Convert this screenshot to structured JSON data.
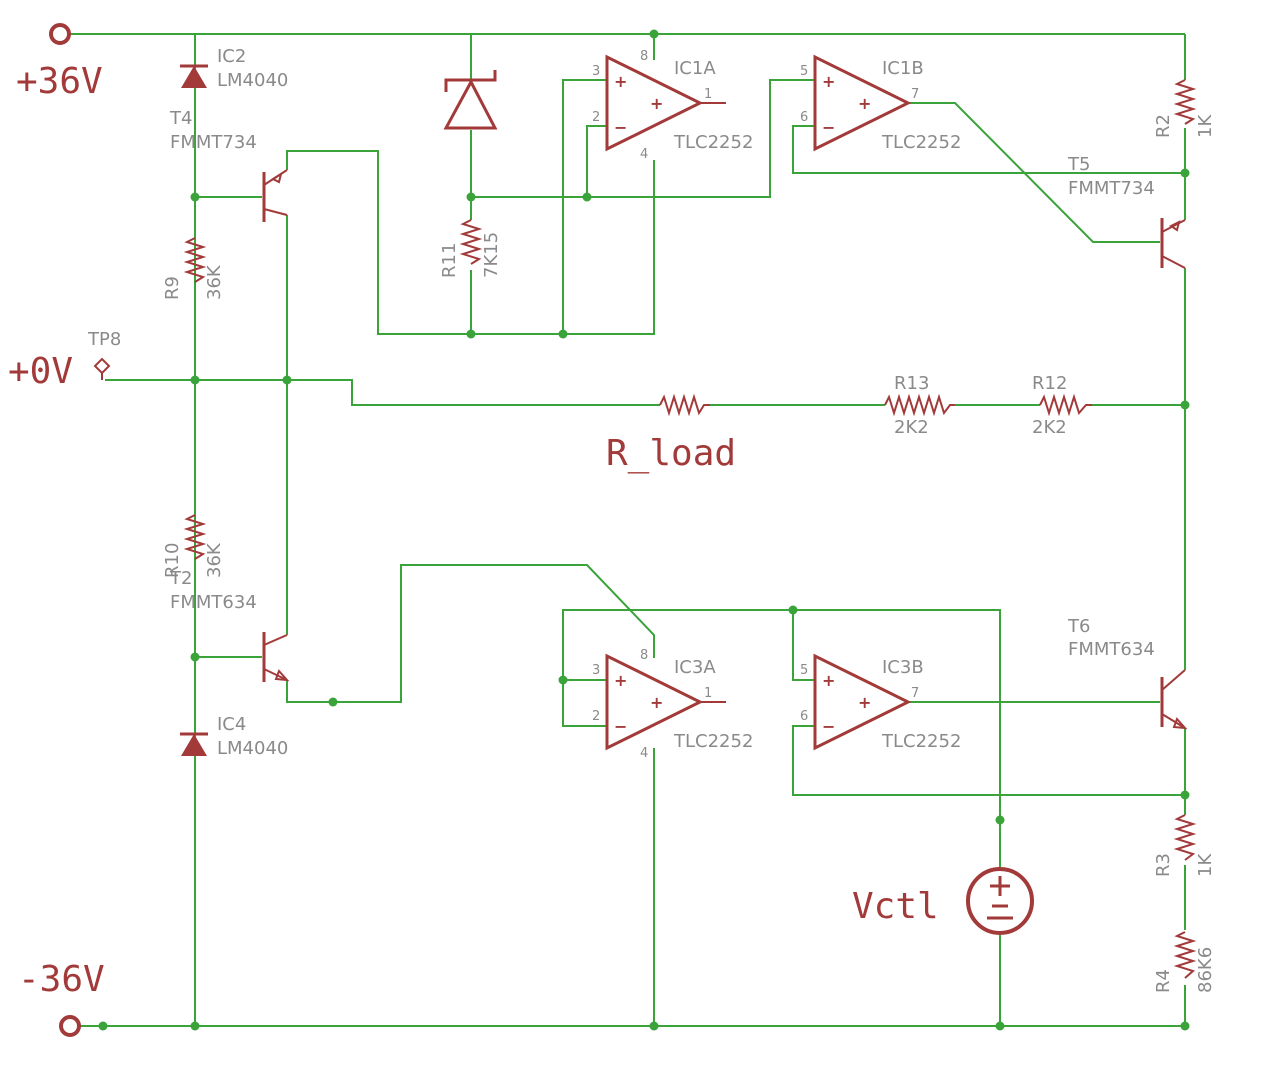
{
  "rails": {
    "pos": "+36V",
    "zero": "+0V",
    "neg": "-36V"
  },
  "test_point": "TP8",
  "parts": {
    "IC2": {
      "ref": "IC2",
      "value": "LM4040"
    },
    "IC4": {
      "ref": "IC4",
      "value": "LM4040"
    },
    "T4": {
      "ref": "T4",
      "value": "FMMT734"
    },
    "T5": {
      "ref": "T5",
      "value": "FMMT734"
    },
    "T2": {
      "ref": "T2",
      "value": "FMMT634"
    },
    "T6": {
      "ref": "T6",
      "value": "FMMT634"
    },
    "R9": {
      "ref": "R9",
      "value": "36K"
    },
    "R10": {
      "ref": "R10",
      "value": "36K"
    },
    "R11": {
      "ref": "R11",
      "value": "7K15"
    },
    "R2": {
      "ref": "R2",
      "value": "1K"
    },
    "R3": {
      "ref": "R3",
      "value": "1K"
    },
    "R4": {
      "ref": "R4",
      "value": "86K6"
    },
    "R12": {
      "ref": "R12",
      "value": "2K2"
    },
    "R13": {
      "ref": "R13",
      "value": "2K2"
    },
    "IC1A": {
      "ref": "IC1A",
      "value": "TLC2252"
    },
    "IC1B": {
      "ref": "IC1B",
      "value": "TLC2252"
    },
    "IC3A": {
      "ref": "IC3A",
      "value": "TLC2252"
    },
    "IC3B": {
      "ref": "IC3B",
      "value": "TLC2252"
    }
  },
  "pins": {
    "ic1a": {
      "in_pos": "3",
      "in_neg": "2",
      "out": "1",
      "vcc": "8",
      "vee": "4"
    },
    "ic1b": {
      "in_pos": "5",
      "in_neg": "6",
      "out": "7"
    },
    "ic3a": {
      "in_pos": "3",
      "in_neg": "2",
      "out": "1",
      "vcc": "8",
      "vee": "4"
    },
    "ic3b": {
      "in_pos": "5",
      "in_neg": "6",
      "out": "7"
    }
  },
  "annotations": {
    "load": "R_load",
    "source": "Vctl"
  },
  "colors": {
    "wire": "#3aa33a",
    "symbol": "#a33a3a",
    "label": "#8a8a8a"
  }
}
